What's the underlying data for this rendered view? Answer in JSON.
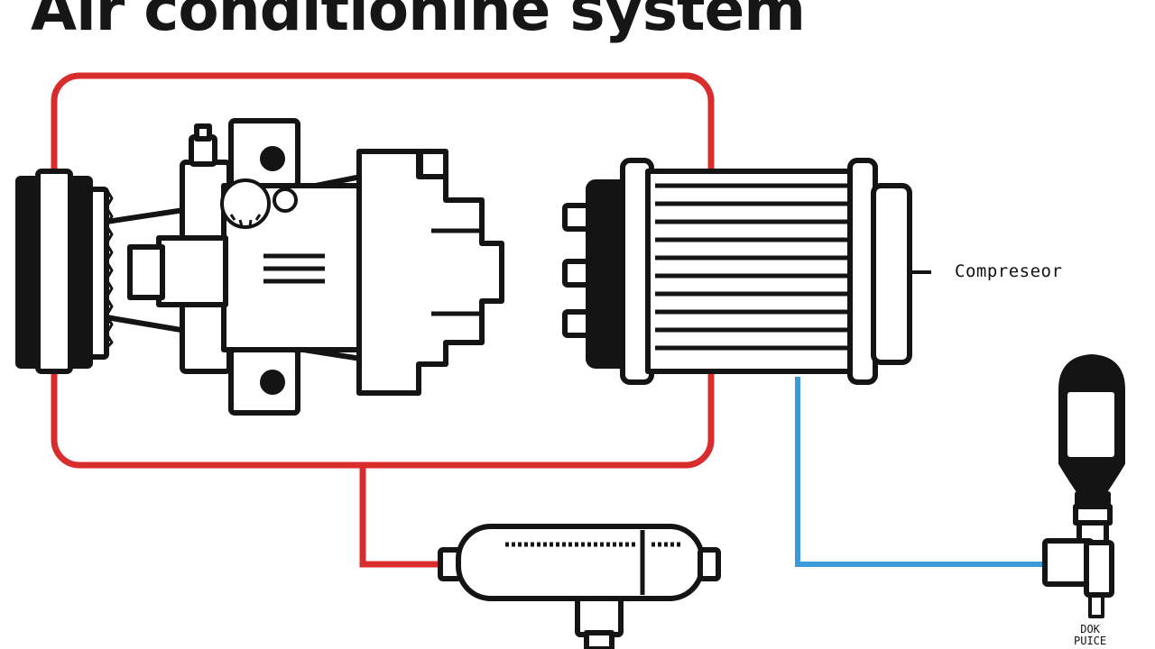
{
  "title": "Air conditionine system",
  "labels": {
    "compressor": "Compreseor",
    "bottom_right_line1": "DOK",
    "bottom_right_line2": "PUICE"
  },
  "colors": {
    "hot_line": "#d92c2c",
    "cold_line": "#3a9bd8",
    "outline": "#141414",
    "background": "#ffffff"
  }
}
